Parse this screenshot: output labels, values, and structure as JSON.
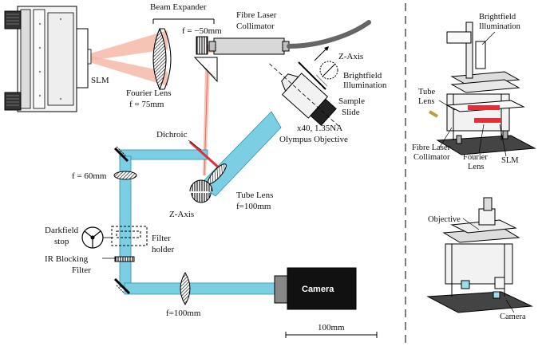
{
  "labels": {
    "beam_expander": "Beam Expander",
    "f_neg50": "f = −50mm",
    "fibre_laser_collimator_1": "Fibre Laser",
    "fibre_laser_collimator_2": "Collimator",
    "slm": "SLM",
    "fourier_lens_1": "Fourier Lens",
    "fourier_lens_2": "f = 75mm",
    "z_axis_top": "Z-Axis",
    "brightfield_1": "Brightfield",
    "brightfield_2": "Illumination",
    "sample_1": "Sample",
    "sample_2": "Slide",
    "objective_1": "x40, 1.35NA",
    "objective_2": "Olympus Objective",
    "dichroic": "Dichroic",
    "f_60": "f = 60mm",
    "z_axis_bottom": "Z-Axis",
    "tube_lens_1": "Tube Lens",
    "tube_lens_2": "f=100mm",
    "darkfield_1": "Darkfield",
    "darkfield_2": "stop",
    "filter_holder_1": "Filter",
    "filter_holder_2": "holder",
    "ir_blocking_1": "IR Blocking",
    "ir_blocking_2": "Filter",
    "camera": "Camera",
    "f_100_bottom": "f=100mm",
    "scale_bar": "100mm"
  },
  "render_labels": {
    "brightfield_1": "Brightfield",
    "brightfield_2": "Illumination",
    "tube_lens_1": "Tube",
    "tube_lens_2": "Lens",
    "fibre_1": "Fibre Laser",
    "fibre_2": "Collimator",
    "fourier_1": "Fourier",
    "fourier_2": "Lens",
    "slm": "SLM",
    "objective": "Objective",
    "camera": "Camera"
  },
  "colors": {
    "laser_beam": "#f5b8a8",
    "laser_line": "#e06050",
    "imaging_beam": "#7ccfe3",
    "imaging_beam_edge": "#2a8fb0",
    "dichroic": "#e0303a",
    "camera_body": "#111111",
    "mount_gray": "#d8d8d8"
  }
}
